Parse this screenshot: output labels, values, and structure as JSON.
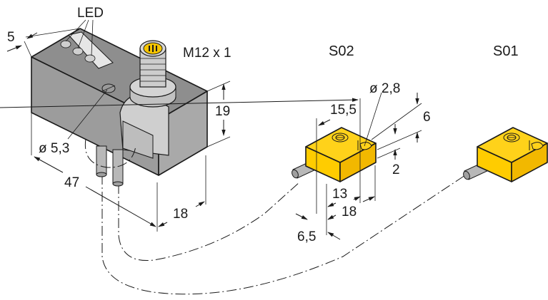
{
  "diagram": {
    "type": "technical-dimension-drawing",
    "main_unit": {
      "labels": {
        "led": "LED",
        "connector": "M12 x 1",
        "dim_5": "5",
        "dim_hole": "ø 5,3",
        "dim_height": "19",
        "dim_length": "47",
        "dim_width": "18"
      }
    },
    "sensor_s02": {
      "title": "S02",
      "labels": {
        "dim_15_5": "15,5",
        "dim_hole": "ø 2,8",
        "dim_6": "6",
        "dim_2": "2",
        "dim_13": "13",
        "dim_18": "18",
        "dim_6_5": "6,5"
      }
    },
    "sensor_s01": {
      "title": "S01"
    },
    "colors": {
      "housing_top": "#8c8c8c",
      "housing_front": "#9a9a9a",
      "housing_side": "#a8a8a8",
      "connector": "#c9c9c9",
      "pin_face": "#f5c400",
      "sensor_yellow": "#ffcc00",
      "sensor_yellow_dark": "#f2b800",
      "cable": "#b8b8b8",
      "line": "#1a1a1a"
    }
  }
}
